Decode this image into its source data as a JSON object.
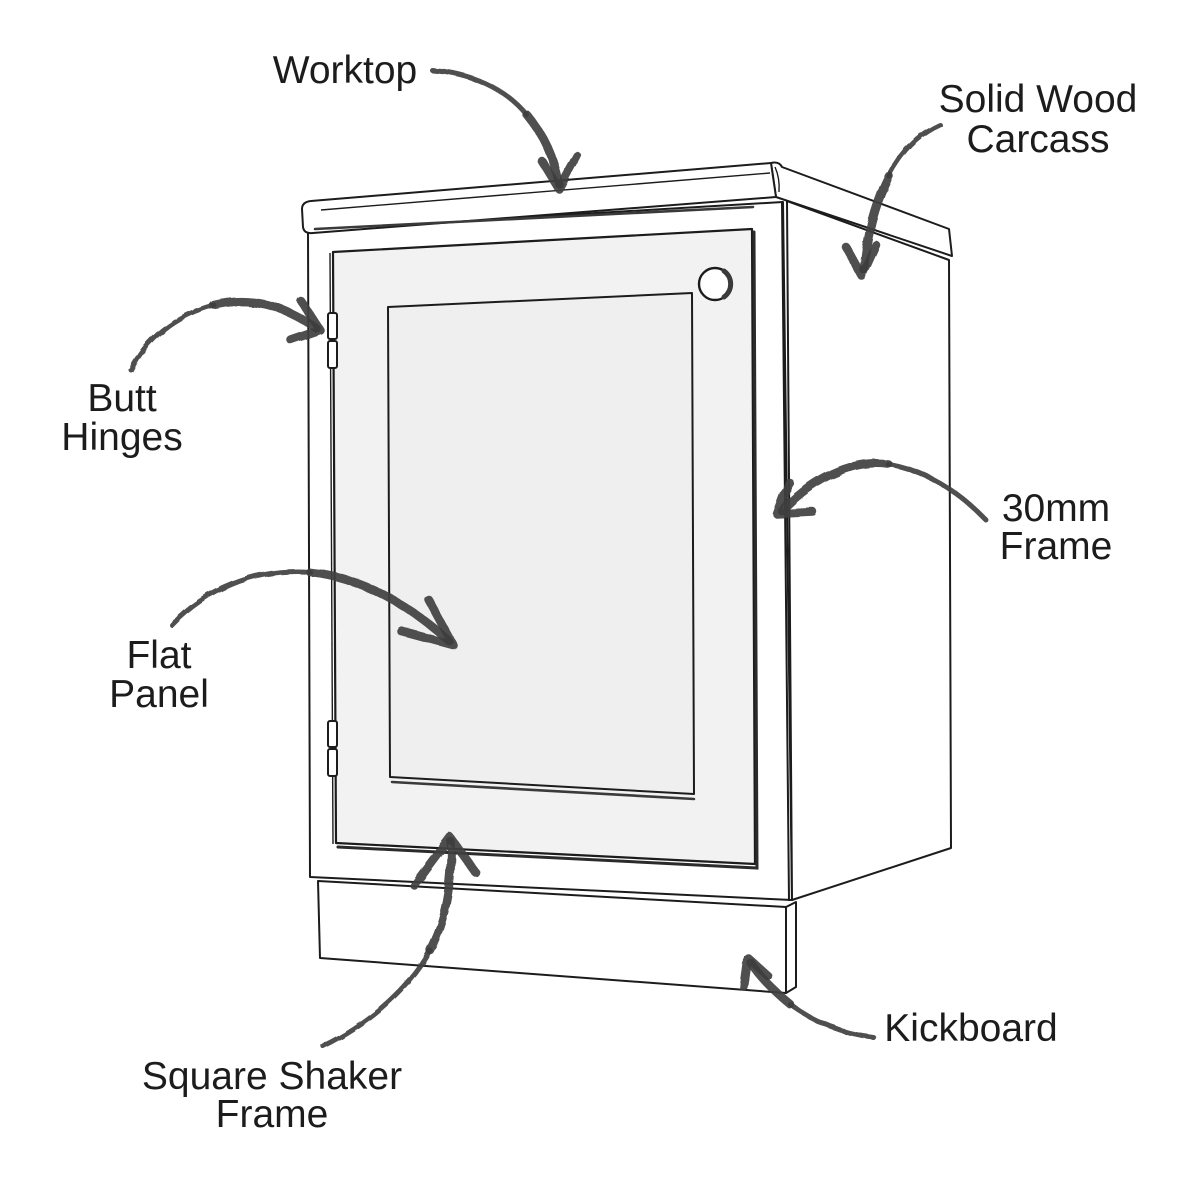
{
  "figure": {
    "kind": "annotated-line-diagram",
    "subject": "Kitchen base cabinet construction callout diagram"
  },
  "colors": {
    "bg": "#ffffff",
    "ink": "#1c1c1c",
    "arrow": "#3f3f3f",
    "shadow": "#3a3a3a",
    "door-fill": "#f2f2f2",
    "panel-fill": "#efefef"
  },
  "labels": {
    "worktop": {
      "lines": [
        "Worktop"
      ]
    },
    "solid_wood_carcass": {
      "lines": [
        "Solid Wood",
        "Carcass"
      ]
    },
    "butt_hinges": {
      "lines": [
        "Butt",
        "Hinges"
      ]
    },
    "flat_panel": {
      "lines": [
        "Flat",
        "Panel"
      ]
    },
    "frame_30mm": {
      "lines": [
        "30mm",
        "Frame"
      ]
    },
    "square_shaker_frame": {
      "lines": [
        "Square Shaker",
        "Frame"
      ]
    },
    "kickboard": {
      "lines": [
        "Kickboard"
      ]
    }
  }
}
